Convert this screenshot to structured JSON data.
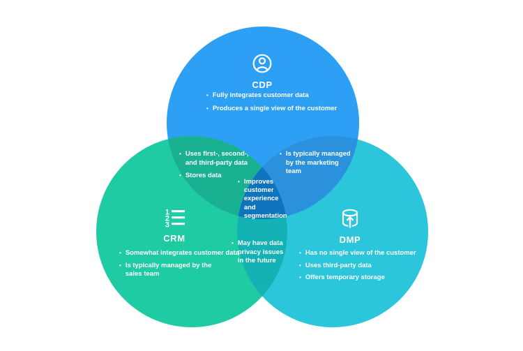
{
  "ui": {
    "bullet_char": "•",
    "background": "#ffffff",
    "text_color": "#ffffff"
  },
  "colors": {
    "cdp": "#2DA0F5",
    "crm": "#1FCBA2",
    "dmp": "#2BC6DB",
    "cdp_crm": "#1AB193",
    "cdp_dmp": "#2B91DD",
    "crm_dmp": "#14B2B4",
    "center": "#0F74BE"
  },
  "sets": {
    "cdp": {
      "label": "CDP",
      "icon": "person-circle-icon",
      "bullets": [
        "Fully integrates customer data",
        "Produces a single view of the customer"
      ]
    },
    "crm": {
      "label": "CRM",
      "icon": "numbered-list-icon",
      "icon_numbers": [
        "1",
        "2",
        "3"
      ],
      "bullets": [
        "Somewhat integrates customer data",
        "Is typically managed by the\nsales team"
      ]
    },
    "dmp": {
      "label": "DMP",
      "icon": "database-upload-icon",
      "bullets": [
        "Has no single view of the customer",
        "Uses third-party data",
        "Offers temporary storage"
      ]
    }
  },
  "overlaps": {
    "cdp_crm": {
      "bullets": [
        "Uses first-, second-,\nand third-party data",
        "Stores data"
      ]
    },
    "cdp_dmp": {
      "bullets": [
        "Is typically managed\nby the marketing\nteam"
      ]
    },
    "crm_dmp": {
      "bullets": [
        "May have data\nprivacy issues\nin the future"
      ]
    },
    "center": {
      "bullets": [
        "Improves\ncustomer\nexperience\nand\nsegmentation"
      ]
    }
  }
}
